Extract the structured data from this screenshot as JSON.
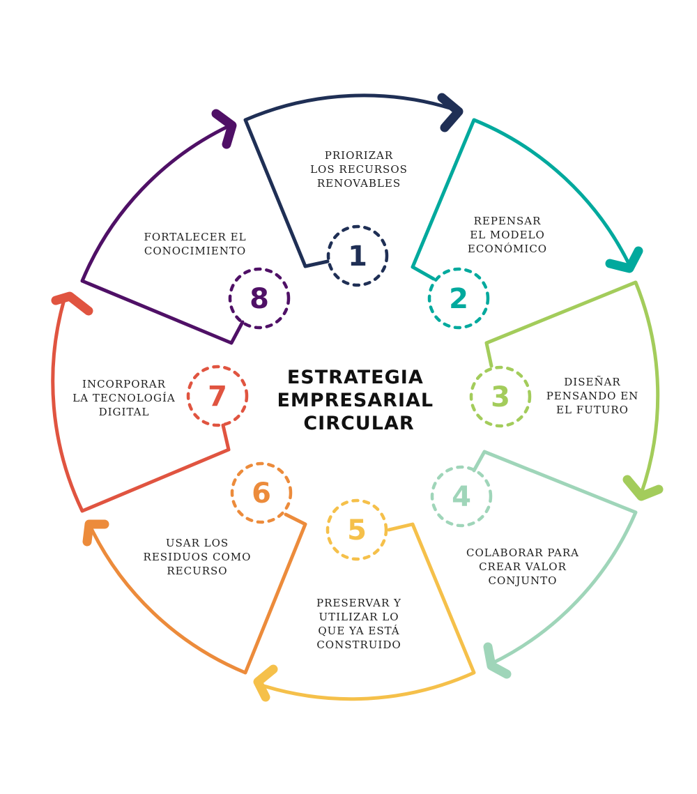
{
  "title": [
    "ESTRATEGIA",
    "EMPRESARIAL",
    "CIRCULAR"
  ],
  "steps": [
    {
      "number": "1",
      "color": "#1f2f55",
      "lines": [
        "PRIORIZAR",
        "LOS RECURSOS",
        "RENOVABLES"
      ]
    },
    {
      "number": "2",
      "color": "#00a99d",
      "lines": [
        "REPENSAR",
        "EL MODELO",
        "ECONÓMICO"
      ]
    },
    {
      "number": "3",
      "color": "#a3cc5b",
      "lines": [
        "DISEÑAR",
        "PENSANDO EN",
        "EL FUTURO"
      ]
    },
    {
      "number": "4",
      "color": "#9fd5b9",
      "lines": [
        "COLABORAR PARA",
        "CREAR VALOR",
        "CONJUNTO"
      ]
    },
    {
      "number": "5",
      "color": "#f5c04a",
      "lines": [
        "PRESERVAR Y",
        "UTILIZAR LO",
        "QUE YA ESTÁ",
        "CONSTRUIDO"
      ]
    },
    {
      "number": "6",
      "color": "#ec8b3b",
      "lines": [
        "USAR LOS",
        "RESIDUOS COMO",
        "RECURSO"
      ]
    },
    {
      "number": "7",
      "color": "#e05440",
      "lines": [
        "INCORPORAR",
        "LA TECNOLOGÍA",
        "DIGITAL"
      ]
    },
    {
      "number": "8",
      "color": "#4f1066",
      "lines": [
        "FORTALECER EL",
        "CONOCIMIENTO"
      ]
    }
  ]
}
